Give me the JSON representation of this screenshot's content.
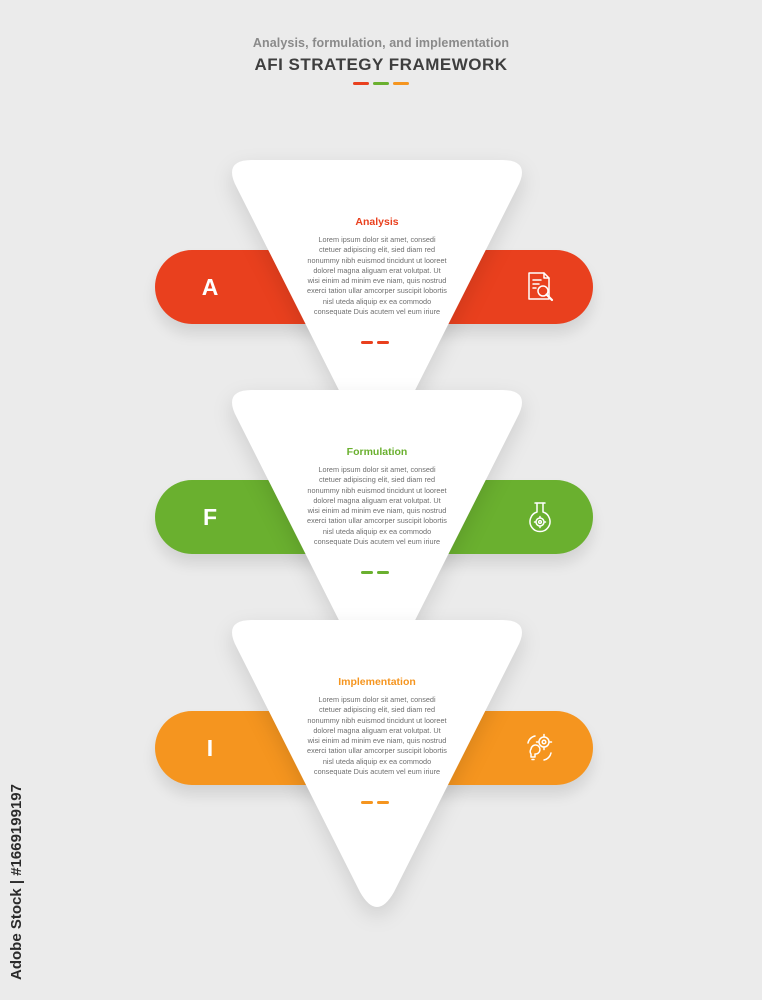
{
  "header": {
    "subtitle": "Analysis, formulation, and implementation",
    "title": "AFI STRATEGY FRAMEWORK",
    "dash_colors": [
      "#e9401e",
      "#6ab02f",
      "#f5951f"
    ]
  },
  "steps": [
    {
      "letter": "A",
      "heading": "Analysis",
      "color": "#e9401e",
      "icon": "document-search-icon",
      "body": "Lorem ipsum dolor sit amet, consedi ctetuer adipiscing elit, sied diam red nonummy nibh euismod tincidunt ut looreet dolorel magna aliguam erat volutpat. Ut wisi einim ad minim eve niam, quis nostrud exerci tation ullar amcorper suscipit lobortis nisl uteda aliquip ex ea commodo consequate Duis acutem vel eum iriure"
    },
    {
      "letter": "F",
      "heading": "Formulation",
      "color": "#6ab02f",
      "icon": "flask-gear-icon",
      "body": "Lorem ipsum dolor sit amet, consedi ctetuer adipiscing elit, sied diam red nonummy nibh euismod tincidunt ut looreet dolorel magna aliguam erat volutpat. Ut wisi einim ad minim eve niam, quis nostrud exerci tation ullar amcorper suscipit lobortis nisl uteda aliquip ex ea commodo consequate Duis acutem vel eum iriure"
    },
    {
      "letter": "I",
      "heading": "Implementation",
      "color": "#f5951f",
      "icon": "gear-lightbulb-cycle-icon",
      "body": "Lorem ipsum dolor sit amet, consedi ctetuer adipiscing elit, sied diam red nonummy nibh euismod tincidunt ut looreet dolorel magna aliguam erat volutpat. Ut wisi einim ad minim eve niam, quis nostrud exerci tation ullar amcorper suscipit lobortis nisl uteda aliquip ex ea commodo consequate Duis acutem vel eum iriure"
    }
  ],
  "side_credit": "Adobe Stock | #1669199197"
}
